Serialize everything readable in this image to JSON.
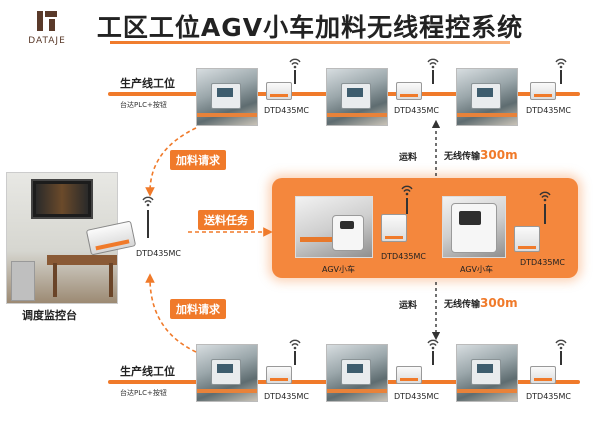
{
  "header": {
    "title": "工区工位AGV小车加料无线程控系统",
    "logo_text": "DATAJE"
  },
  "top_line": {
    "label": "生产线工位",
    "sub": "台达PLC+按钮",
    "devices": [
      "DTD435MC",
      "DTD435MC",
      "DTD435MC"
    ]
  },
  "bottom_line": {
    "label": "生产线工位",
    "sub": "台达PLC+按钮",
    "devices": [
      "DTD435MC",
      "DTD435MC",
      "DTD435MC"
    ]
  },
  "control": {
    "label": "调度监控台",
    "device": "DTD435MC"
  },
  "arrows": {
    "request_top": "加料请求",
    "request_bottom": "加料请求",
    "dispatch": "送料任务"
  },
  "transport_top": {
    "label": "运料",
    "wireless": "无线传输",
    "distance": "300m"
  },
  "transport_bottom": {
    "label": "运料",
    "wireless": "无线传输",
    "distance": "300m"
  },
  "agv_panel": {
    "agv1_label": "AGV小车",
    "agv1_device": "DTD435MC",
    "agv2_label": "AGV小车",
    "agv2_device": "DTD435MC"
  },
  "colors": {
    "accent": "#f07a2a"
  },
  "icons": [
    "wifi-icon",
    "antenna-icon"
  ]
}
